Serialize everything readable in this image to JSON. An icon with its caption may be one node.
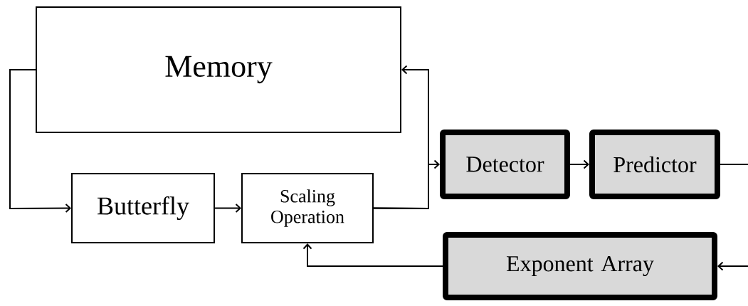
{
  "diagram": {
    "nodes": [
      {
        "text": [
          "Memory"
        ]
      },
      {
        "text": [
          "Butterfly"
        ]
      },
      {
        "text": [
          "Scaling Operation"
        ]
      },
      {
        "text": [
          "Detector"
        ]
      },
      {
        "text": [
          "Predictor"
        ]
      },
      {
        "text": [
          "Exponent Array"
        ]
      }
    ],
    "edges": [
      {
        "from": 0,
        "to": 1,
        "arrow": "to"
      },
      {
        "from": 1,
        "to": 2,
        "arrow": "to"
      },
      {
        "from": 2,
        "to": 0,
        "arrow": "to"
      },
      {
        "from": 2,
        "to": 3,
        "arrow": "to"
      },
      {
        "from": 3,
        "to": 4,
        "arrow": "to"
      },
      {
        "from": 4,
        "to": null,
        "arrow": "none"
      },
      {
        "from": null,
        "to": 5,
        "arrow": "to"
      },
      {
        "from": 5,
        "to": 2,
        "arrow": "to"
      }
    ]
  }
}
